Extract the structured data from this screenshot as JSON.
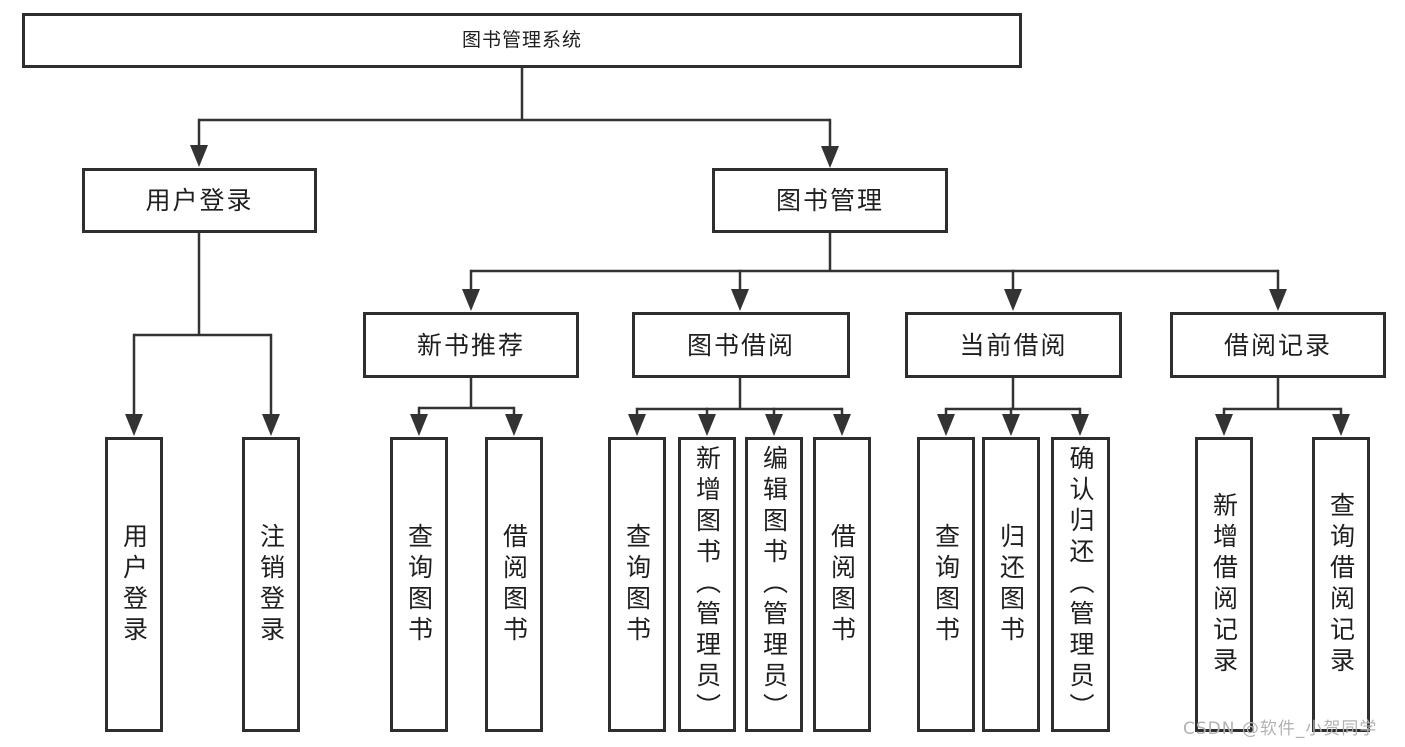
{
  "diagram": {
    "title": "图书管理系统",
    "branches": [
      {
        "label": "用户登录",
        "children": [
          {
            "label": "用户登录"
          },
          {
            "label": "注销登录"
          }
        ]
      },
      {
        "label": "图书管理",
        "children": [
          {
            "label": "新书推荐",
            "children": [
              {
                "label": "查询图书"
              },
              {
                "label": "借阅图书"
              }
            ]
          },
          {
            "label": "图书借阅",
            "children": [
              {
                "label": "查询图书"
              },
              {
                "label": "新增图书（管理员）"
              },
              {
                "label": "编辑图书（管理员）"
              },
              {
                "label": "借阅图书"
              }
            ]
          },
          {
            "label": "当前借阅",
            "children": [
              {
                "label": "查询图书"
              },
              {
                "label": "归还图书"
              },
              {
                "label": "确认归还（管理员）"
              }
            ]
          },
          {
            "label": "借阅记录",
            "children": [
              {
                "label": "新增借阅记录"
              },
              {
                "label": "查询借阅记录"
              }
            ]
          }
        ]
      }
    ]
  },
  "colors": {
    "box_border": "#2e2e2e",
    "connector_line": "#333333",
    "node_text": "#1f1f1f",
    "watermark_text": "#b2b2b2",
    "background": "#ffffff"
  },
  "watermark": {
    "text": "CSDN @软件_小贺同学"
  }
}
